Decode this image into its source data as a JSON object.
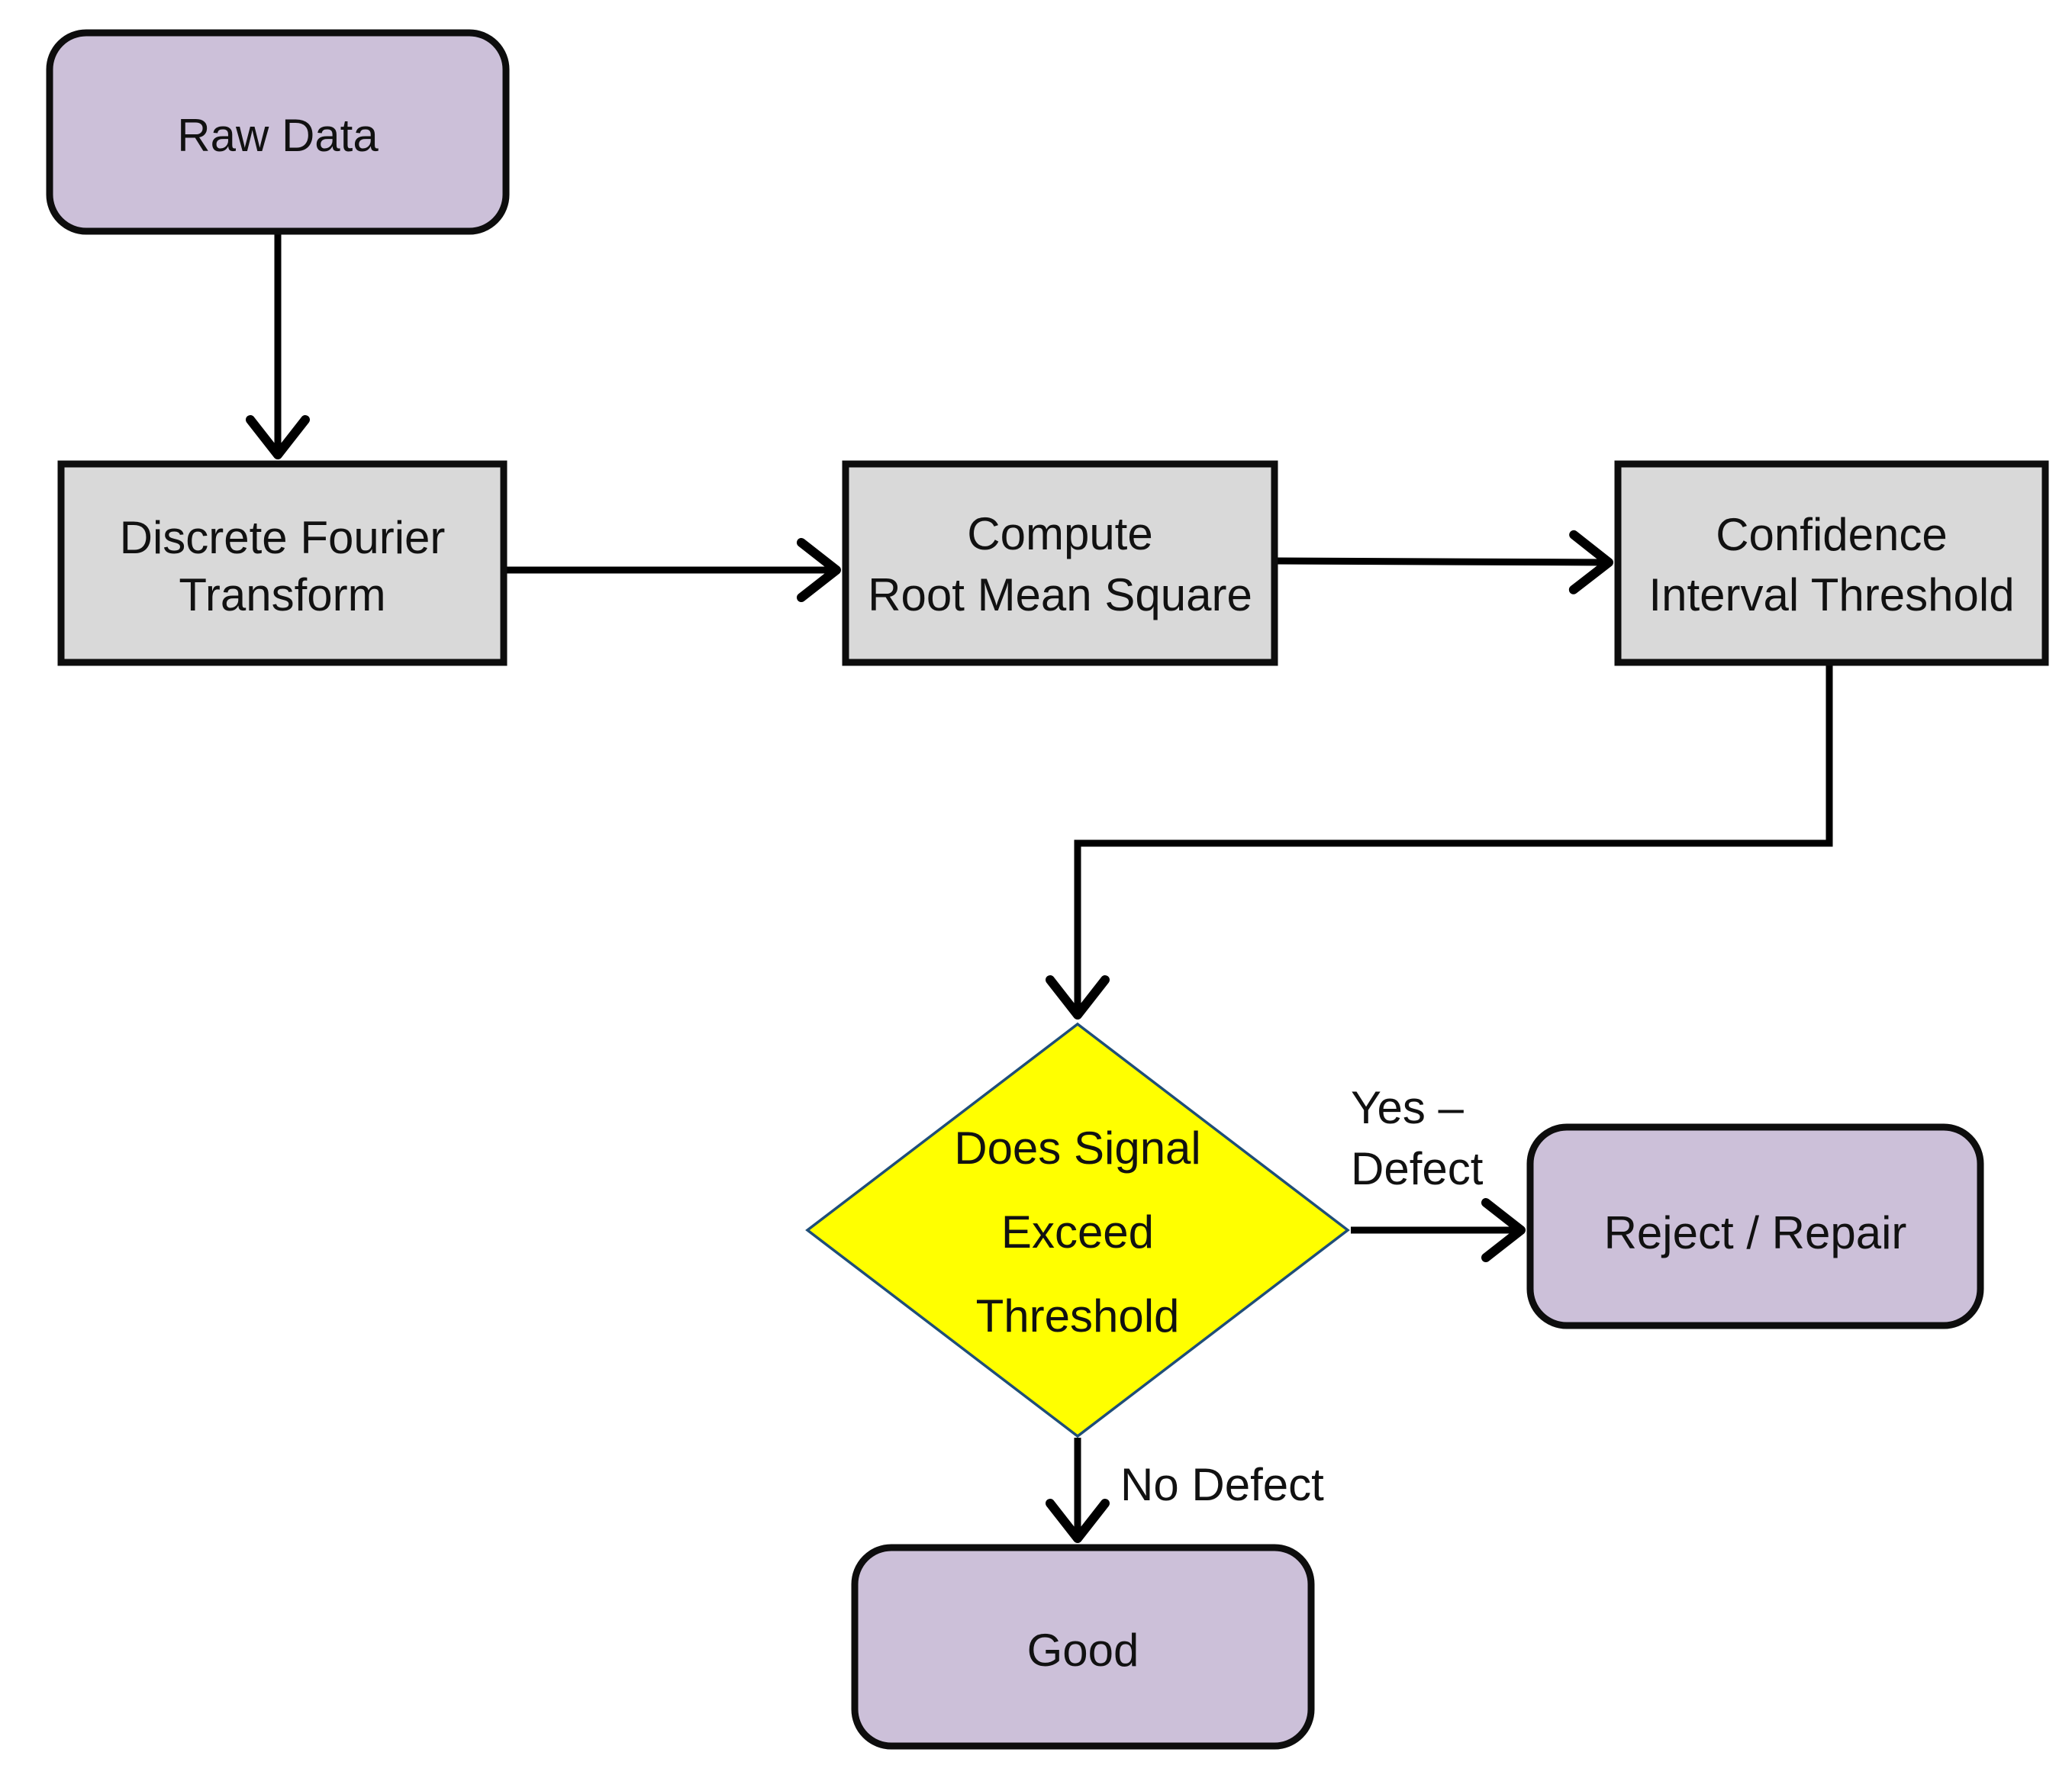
{
  "diagram": {
    "type": "flowchart",
    "background": "#ffffff"
  },
  "colors": {
    "terminal_fill": "#ccc0d9",
    "process_fill": "#d9d9d9",
    "decision_fill": "#ffff00",
    "decision_border": "#1f4e79",
    "shape_border": "#0d0d0d",
    "connector": "#000000",
    "text": "#111111"
  },
  "nodes": {
    "raw_data": {
      "label": "Raw Data",
      "shape": "rounded-rectangle",
      "role": "start"
    },
    "dft": {
      "lines": [
        "Discrete Fourier",
        "Transform"
      ],
      "shape": "rectangle",
      "role": "process"
    },
    "rms": {
      "lines": [
        "Compute",
        "Root Mean Square"
      ],
      "shape": "rectangle",
      "role": "process"
    },
    "confidence": {
      "lines": [
        "Confidence",
        "Interval Threshold"
      ],
      "shape": "rectangle",
      "role": "process"
    },
    "decision": {
      "lines": [
        "Does Signal",
        "Exceed",
        "Threshold"
      ],
      "shape": "diamond",
      "role": "decision"
    },
    "reject": {
      "label": "Reject / Repair",
      "shape": "rounded-rectangle",
      "role": "end"
    },
    "good": {
      "label": "Good",
      "shape": "rounded-rectangle",
      "role": "end"
    }
  },
  "edge_labels": {
    "yes_line1": "Yes –",
    "yes_line2": "Defect",
    "no": "No Defect"
  }
}
